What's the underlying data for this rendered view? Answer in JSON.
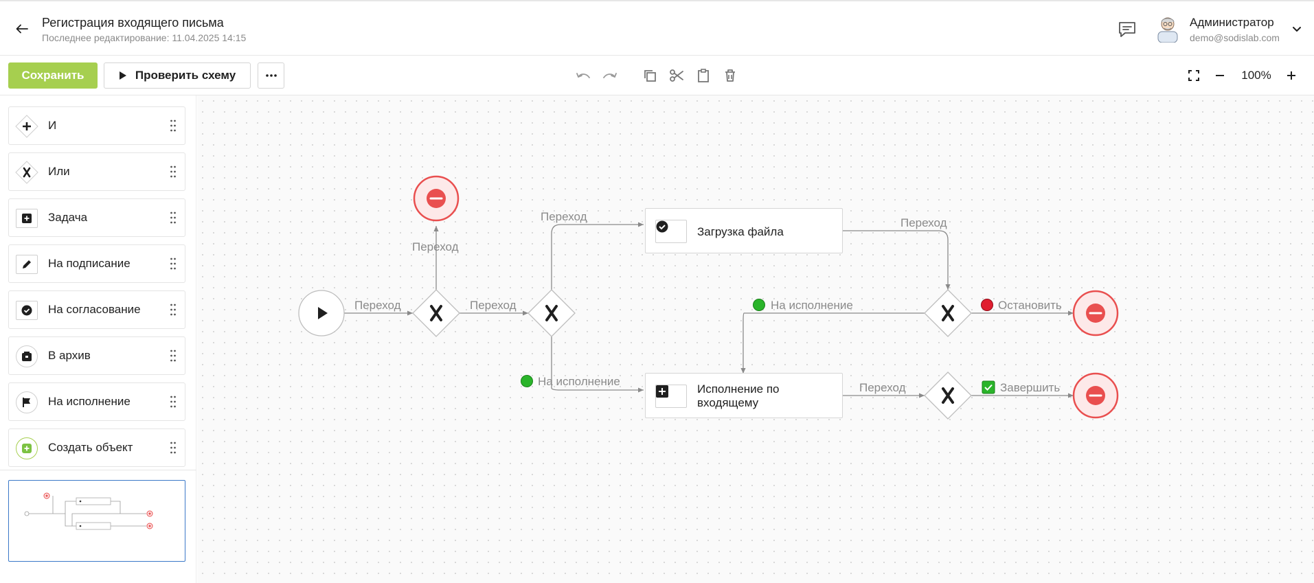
{
  "header": {
    "title": "Регистрация входящего письма",
    "subtitle": "Последнее редактирование: 11.04.2025 14:15",
    "user_name": "Администратор",
    "user_email": "demo@sodislab.com"
  },
  "toolbar": {
    "save_label": "Сохранить",
    "check_label": "Проверить схему",
    "zoom": "100%"
  },
  "palette": {
    "items": [
      {
        "label": "И",
        "icon": "plus-diamond-icon"
      },
      {
        "label": "Или",
        "icon": "x-diamond-icon"
      },
      {
        "label": "Задача",
        "icon": "task-icon"
      },
      {
        "label": "На подписание",
        "icon": "pen-icon"
      },
      {
        "label": "На согласование",
        "icon": "check-circle-icon"
      },
      {
        "label": "В архив",
        "icon": "archive-icon"
      },
      {
        "label": "На исполнение",
        "icon": "flag-icon"
      },
      {
        "label": "Создать объект",
        "icon": "create-object-icon"
      }
    ]
  },
  "diagram": {
    "tasks": {
      "upload": "Загрузка файла",
      "execute_line1": "Исполнение по",
      "execute_line2": "входящему"
    },
    "edges": {
      "start_to_gw1": "Переход",
      "gw1_to_end": "Переход",
      "gw1_to_gw2": "Переход",
      "gw2_to_upload": "Переход",
      "gw2_to_execute": "На исполнение",
      "upload_to_gw3": "Переход",
      "gw3_to_execute": "На исполнение",
      "gw3_to_end": "Остановить",
      "execute_to_gw4": "Переход",
      "gw4_to_end": "Завершить"
    }
  },
  "colors": {
    "accent_green": "#a6cf4f",
    "end_red": "#e94f4f",
    "end_fill": "#fde9e9",
    "status_green": "#2ab42a",
    "status_red": "#e01e2f"
  }
}
